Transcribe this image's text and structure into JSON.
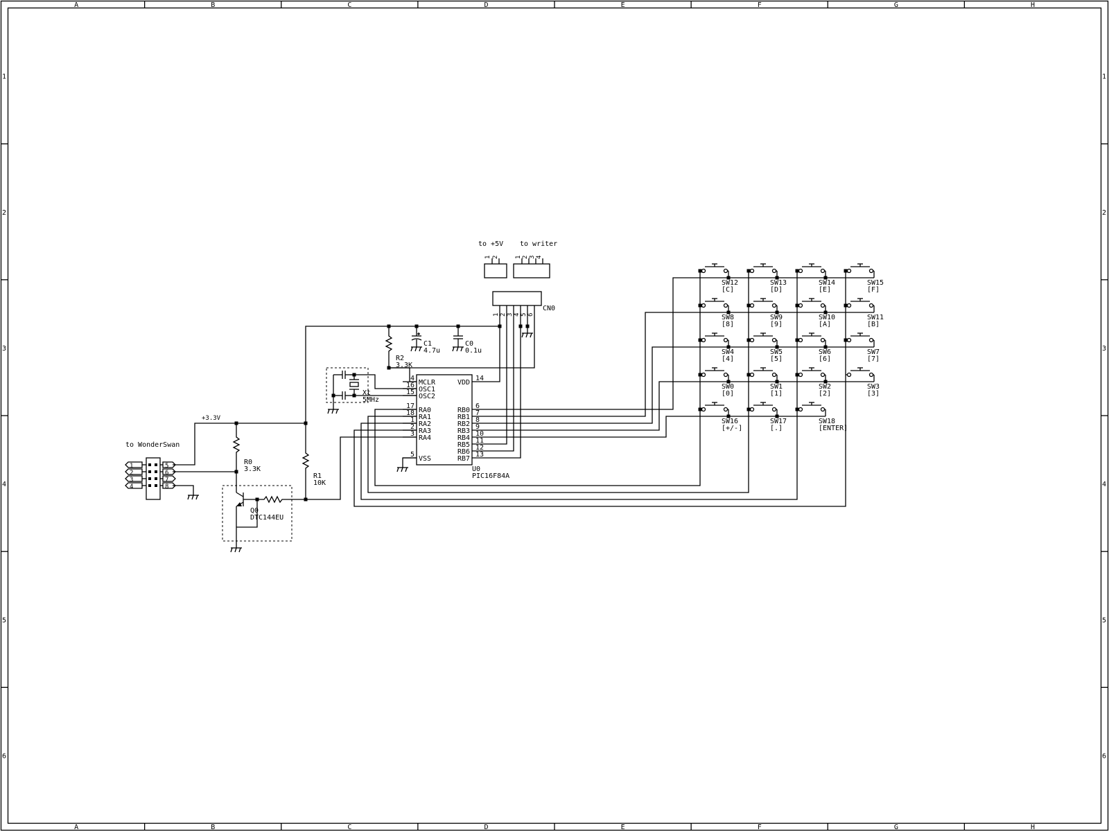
{
  "grid": {
    "cols": [
      "A",
      "B",
      "C",
      "D",
      "E",
      "F",
      "G",
      "H"
    ],
    "rows": [
      "1",
      "2",
      "3",
      "4",
      "5",
      "6"
    ]
  },
  "labels": {
    "to_5v": "to +5V",
    "to_writer": "to writer",
    "cn0": "CN0",
    "to_wonderswan": "to WonderSwan",
    "v33": "+3.3V",
    "c1": "C1",
    "c1_val": "4.7u",
    "c0": "C0",
    "c0_val": "0.1u",
    "r2": "R2",
    "r2_val": "3.3K",
    "r0": "R0",
    "r0_val": "3.3K",
    "r1": "R1",
    "r1_val": "10K",
    "xt": "Xt",
    "xt_val": "5MHz",
    "q0": "Q0",
    "q0_val": "DTC144EU",
    "u0": "U0",
    "u0_val": "PIC16F84A"
  },
  "pic": {
    "left_pins": [
      {
        "num": "4",
        "name": "MCLR"
      },
      {
        "num": "16",
        "name": "OSC1"
      },
      {
        "num": "15",
        "name": "OSC2"
      },
      {
        "num": "17",
        "name": "RA0"
      },
      {
        "num": "18",
        "name": "RA1"
      },
      {
        "num": "1",
        "name": "RA2"
      },
      {
        "num": "2",
        "name": "RA3"
      },
      {
        "num": "3",
        "name": "RA4"
      },
      {
        "num": "5",
        "name": "VSS"
      }
    ],
    "right_pins": [
      {
        "num": "14",
        "name": "VDD"
      },
      {
        "num": "6",
        "name": "RB0"
      },
      {
        "num": "7",
        "name": "RB1"
      },
      {
        "num": "8",
        "name": "RB2"
      },
      {
        "num": "9",
        "name": "RB3"
      },
      {
        "num": "10",
        "name": "RB4"
      },
      {
        "num": "11",
        "name": "RB5"
      },
      {
        "num": "12",
        "name": "RB6"
      },
      {
        "num": "13",
        "name": "RB7"
      }
    ]
  },
  "connector": {
    "left": [
      "1",
      "2",
      "3",
      "4"
    ],
    "right": [
      "5",
      "6",
      "7",
      "8"
    ]
  },
  "cn_pins": [
    "1",
    "2",
    "3",
    "4",
    "5",
    "6"
  ],
  "hdr_5v_pins": [
    "1",
    "2"
  ],
  "hdr_writer_pins": [
    "1",
    "2",
    "3",
    "4"
  ],
  "switches": [
    [
      {
        "name": "SW12",
        "key": "[C]"
      },
      {
        "name": "SW13",
        "key": "[D]"
      },
      {
        "name": "SW14",
        "key": "[E]"
      },
      {
        "name": "SW15",
        "key": "[F]"
      }
    ],
    [
      {
        "name": "SW8",
        "key": "[8]"
      },
      {
        "name": "SW9",
        "key": "[9]"
      },
      {
        "name": "SW10",
        "key": "[A]"
      },
      {
        "name": "SW11",
        "key": "[B]"
      }
    ],
    [
      {
        "name": "SW4",
        "key": "[4]"
      },
      {
        "name": "SW5",
        "key": "[5]"
      },
      {
        "name": "SW6",
        "key": "[6]"
      },
      {
        "name": "SW7",
        "key": "[7]"
      }
    ],
    [
      {
        "name": "SW0",
        "key": "[0]"
      },
      {
        "name": "SW1",
        "key": "[1]"
      },
      {
        "name": "SW2",
        "key": "[2]"
      },
      {
        "name": "SW3",
        "key": "[3]"
      }
    ],
    [
      {
        "name": "SW16",
        "key": "[+/-]"
      },
      {
        "name": "SW17",
        "key": "[.]"
      },
      {
        "name": "SW18",
        "key": "[ENTER]"
      }
    ]
  ]
}
